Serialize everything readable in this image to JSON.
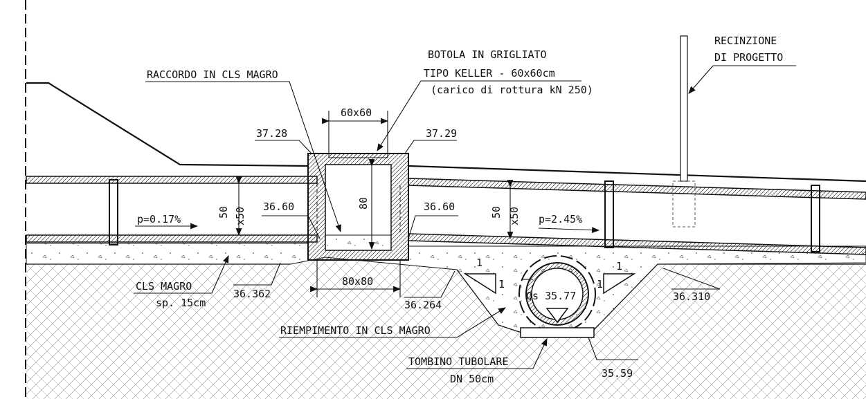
{
  "labels": {
    "raccordo": "RACCORDO IN CLS MAGRO",
    "botola_1": "BOTOLA IN GRIGLIATO",
    "botola_2": "TIPO KELLER - 60x60cm",
    "botola_3": "(carico di rottura kN 250)",
    "recinzione_1": "RECINZIONE",
    "recinzione_2": "DI PROGETTO",
    "cls_magro": "CLS MAGRO",
    "cls_spessore": "sp. 15cm",
    "riempimento": "RIEMPIMENTO IN CLS MAGRO",
    "tombino_1": "TOMBINO TUBOLARE",
    "tombino_2": "DN 50cm"
  },
  "dimensions": {
    "top_width": "60x60",
    "bottom_width": "80x80",
    "height": "80",
    "pipe_left_1": "50",
    "pipe_left_2": "x50",
    "pipe_right_1": "50",
    "pipe_right_2": "x50"
  },
  "elevations": {
    "top_left": "37.28",
    "top_right": "37.29",
    "invert_left": "36.60",
    "invert_right": "36.60",
    "ground_left": "36.362",
    "ground_mid": "36.264",
    "ground_right": "36.310",
    "tombino_base": "35.59",
    "qs": "Qs 35.77"
  },
  "slopes": {
    "left": "p=0.17%",
    "right": "p=2.45%",
    "ratio_left_h": "1",
    "ratio_left_v": "1",
    "ratio_right_h": "1",
    "ratio_right_v": "1"
  }
}
